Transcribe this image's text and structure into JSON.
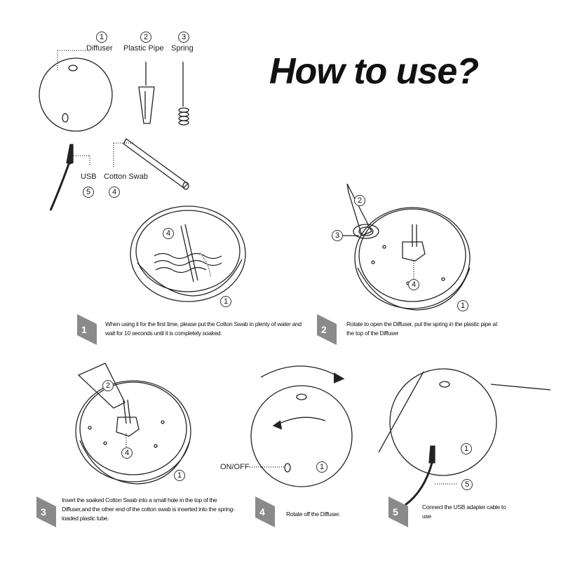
{
  "title": "How to  use?",
  "parts": {
    "diffuser": {
      "num": "1",
      "label": "Diffuser"
    },
    "plastic_pipe": {
      "num": "2",
      "label": "Plastic Pipe"
    },
    "spring": {
      "num": "3",
      "label": "Spring"
    },
    "usb": {
      "num": "5",
      "label": "USB"
    },
    "cotton_swab": {
      "num": "4",
      "label": "Cotton Swab"
    }
  },
  "steps": [
    {
      "num": "1",
      "text": "When using it for the first time, please put the Cotton Swab in plenty of water and wait for 10 seconds until it is completely soaked."
    },
    {
      "num": "2",
      "text": "Rotate to open the Diffuser, put the spring in the plastic pipe at the top of the Diffuser"
    },
    {
      "num": "3",
      "text": "Insert the soaked Cotton Swab into a small hole in the top of the Diffuser,and the other end of the cotton swab is inserted into the spring-loaded plastic tube."
    },
    {
      "num": "4",
      "text": "Rotate off the Diffuser."
    },
    {
      "num": "5",
      "text": "Connect the USB adapter cable to use"
    }
  ],
  "callouts": {
    "on_off": "ON/OFF",
    "n1": "1",
    "n2": "2",
    "n3": "3",
    "n4": "4",
    "n5": "5"
  }
}
